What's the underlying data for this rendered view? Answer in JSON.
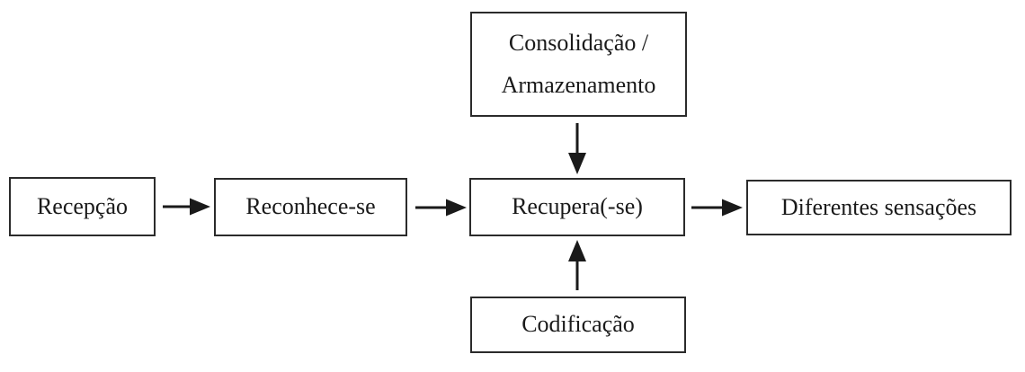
{
  "diagram": {
    "type": "flowchart",
    "nodes": {
      "reception": {
        "label": "Recepção"
      },
      "recognize": {
        "label": "Reconhece-se"
      },
      "retrieve": {
        "label": "Recupera(-se)"
      },
      "sensations": {
        "label": "Diferentes sensações"
      },
      "consolidation": {
        "line1": "Consolidação /",
        "line2": "Armazenamento"
      },
      "coding": {
        "label": "Codificação"
      }
    },
    "edges": [
      {
        "from": "Recepção",
        "to": "Reconhece-se",
        "direction": "right"
      },
      {
        "from": "Reconhece-se",
        "to": "Recupera(-se)",
        "direction": "right"
      },
      {
        "from": "Recupera(-se)",
        "to": "Diferentes sensações",
        "direction": "right"
      },
      {
        "from": "Consolidação / Armazenamento",
        "to": "Recupera(-se)",
        "direction": "down"
      },
      {
        "from": "Codificação",
        "to": "Recupera(-se)",
        "direction": "up"
      }
    ],
    "colors": {
      "background": "#ffffff",
      "border": "#2b2b2b",
      "text": "#1a1a1a",
      "arrow": "#1a1a1a"
    }
  }
}
